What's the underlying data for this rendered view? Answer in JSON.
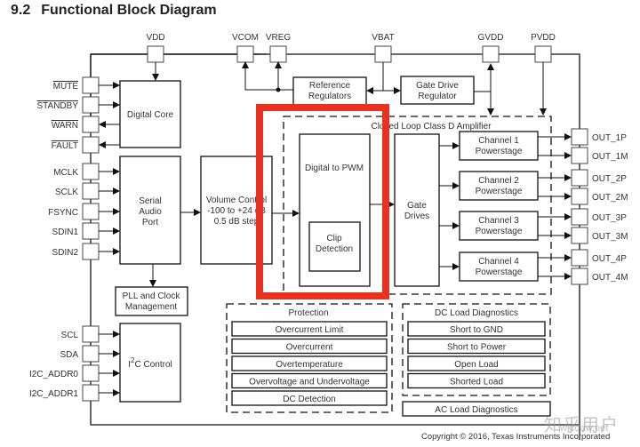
{
  "title": {
    "number": "9.2",
    "text": "Functional Block Diagram"
  },
  "top_pins": [
    "VDD",
    "VCOM",
    "VREG",
    "VBAT",
    "GVDD",
    "PVDD"
  ],
  "left_pins_control": [
    "MUTE",
    "STANDBY",
    "WARN",
    "FAULT"
  ],
  "left_pins_audio": [
    "MCLK",
    "SCLK",
    "FSYNC",
    "SDIN1",
    "SDIN2"
  ],
  "left_pins_i2c": [
    "SCL",
    "SDA",
    "I2C_ADDR0",
    "I2C_ADDR1"
  ],
  "right_pins": [
    "OUT_1P",
    "OUT_1M",
    "OUT_2P",
    "OUT_2M",
    "OUT_3P",
    "OUT_3M",
    "OUT_4P",
    "OUT_4M"
  ],
  "blocks": {
    "digital_core": "Digital Core",
    "serial_audio_port": [
      "Serial",
      "Audio",
      "Port"
    ],
    "pll": [
      "PLL and Clock",
      "Management"
    ],
    "i2c_control": {
      "prefix": "I",
      "sup": "2",
      "suffix": "C Control"
    },
    "volume_control": [
      "Volume Control",
      "-100 to +24 dB",
      "0.5 dB step"
    ],
    "reference_regulators": [
      "Reference",
      "Regulators"
    ],
    "gate_drive_regulator": [
      "Gate Drive",
      "Regulator"
    ],
    "closed_loop_label": "Closed Loop Class D Amplifier",
    "digital_to_pwm": "Digital to PWM",
    "clip_detection": [
      "Clip",
      "Detection"
    ],
    "gate_drives": [
      "Gate",
      "Drives"
    ],
    "channels": [
      [
        "Channel 1",
        "Powerstage"
      ],
      [
        "Channel 2",
        "Powerstage"
      ],
      [
        "Channel 3",
        "Powerstage"
      ],
      [
        "Channel 4",
        "Powerstage"
      ]
    ]
  },
  "protection": {
    "title": "Protection",
    "items": [
      "Overcurrent Limit",
      "Overcurrent",
      "Overtemperature",
      "Overvoltage and Undervoltage",
      "DC Detection"
    ]
  },
  "dc_load_diagnostics": {
    "title": "DC Load Diagnostics",
    "items": [
      "Short to GND",
      "Short to Power",
      "Open Load",
      "Shorted Load"
    ]
  },
  "ac_load_diagnostics": "AC Load Diagnostics",
  "highlight_color": "#e8321f",
  "copyright": "Copyright © 2016, Texas Instruments Incorporated",
  "watermark": "知乎用户",
  "watermark_sub": "wkfdaw.net"
}
